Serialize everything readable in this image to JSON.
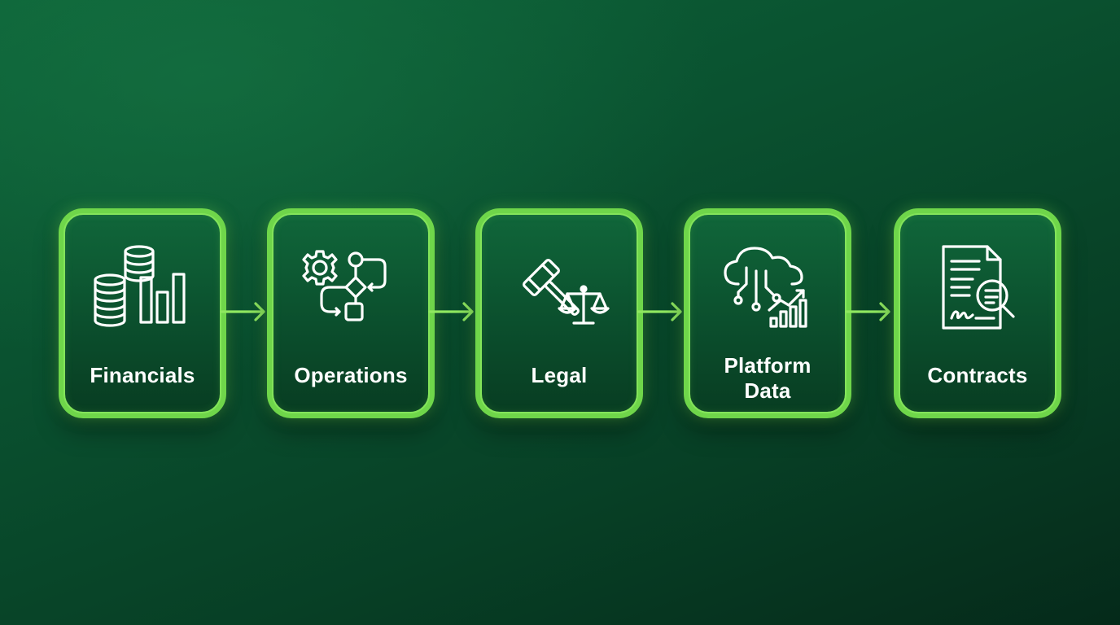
{
  "steps": [
    {
      "label": "Financials",
      "icon": "coins-bar-chart-icon"
    },
    {
      "label": "Operations",
      "icon": "gear-flowchart-icon"
    },
    {
      "label": "Legal",
      "icon": "gavel-scales-icon"
    },
    {
      "label_line1": "Platform",
      "label_line2": "Data",
      "icon": "cloud-data-chart-icon"
    },
    {
      "label": "Contracts",
      "icon": "document-magnifier-icon"
    }
  ],
  "colors": {
    "accent": "#6fd64a",
    "background": "#0a5230",
    "text": "#ffffff"
  }
}
